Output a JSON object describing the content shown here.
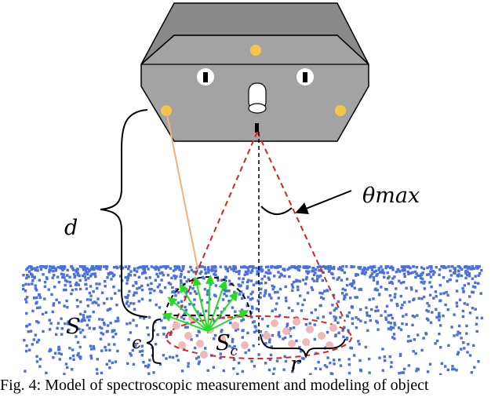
{
  "labels": {
    "distance": "d",
    "angle": "θmax",
    "surface": "S",
    "surface_sub": "S",
    "surface_sub_index": "c",
    "epsilon": "ϵ",
    "radius": "r"
  },
  "caption": "Fig. 4: Model of spectroscopic measurement and modeling of object",
  "colors": {
    "point_cloud": "#4a6fe0",
    "housing_fill": "#9a9a9a",
    "cone_line": "#e02020",
    "emitter": "#f3c64a",
    "normal_arrows": "#22dd22",
    "laser_beam": "#f3b27a",
    "sample_points": "#f0b8b8"
  }
}
